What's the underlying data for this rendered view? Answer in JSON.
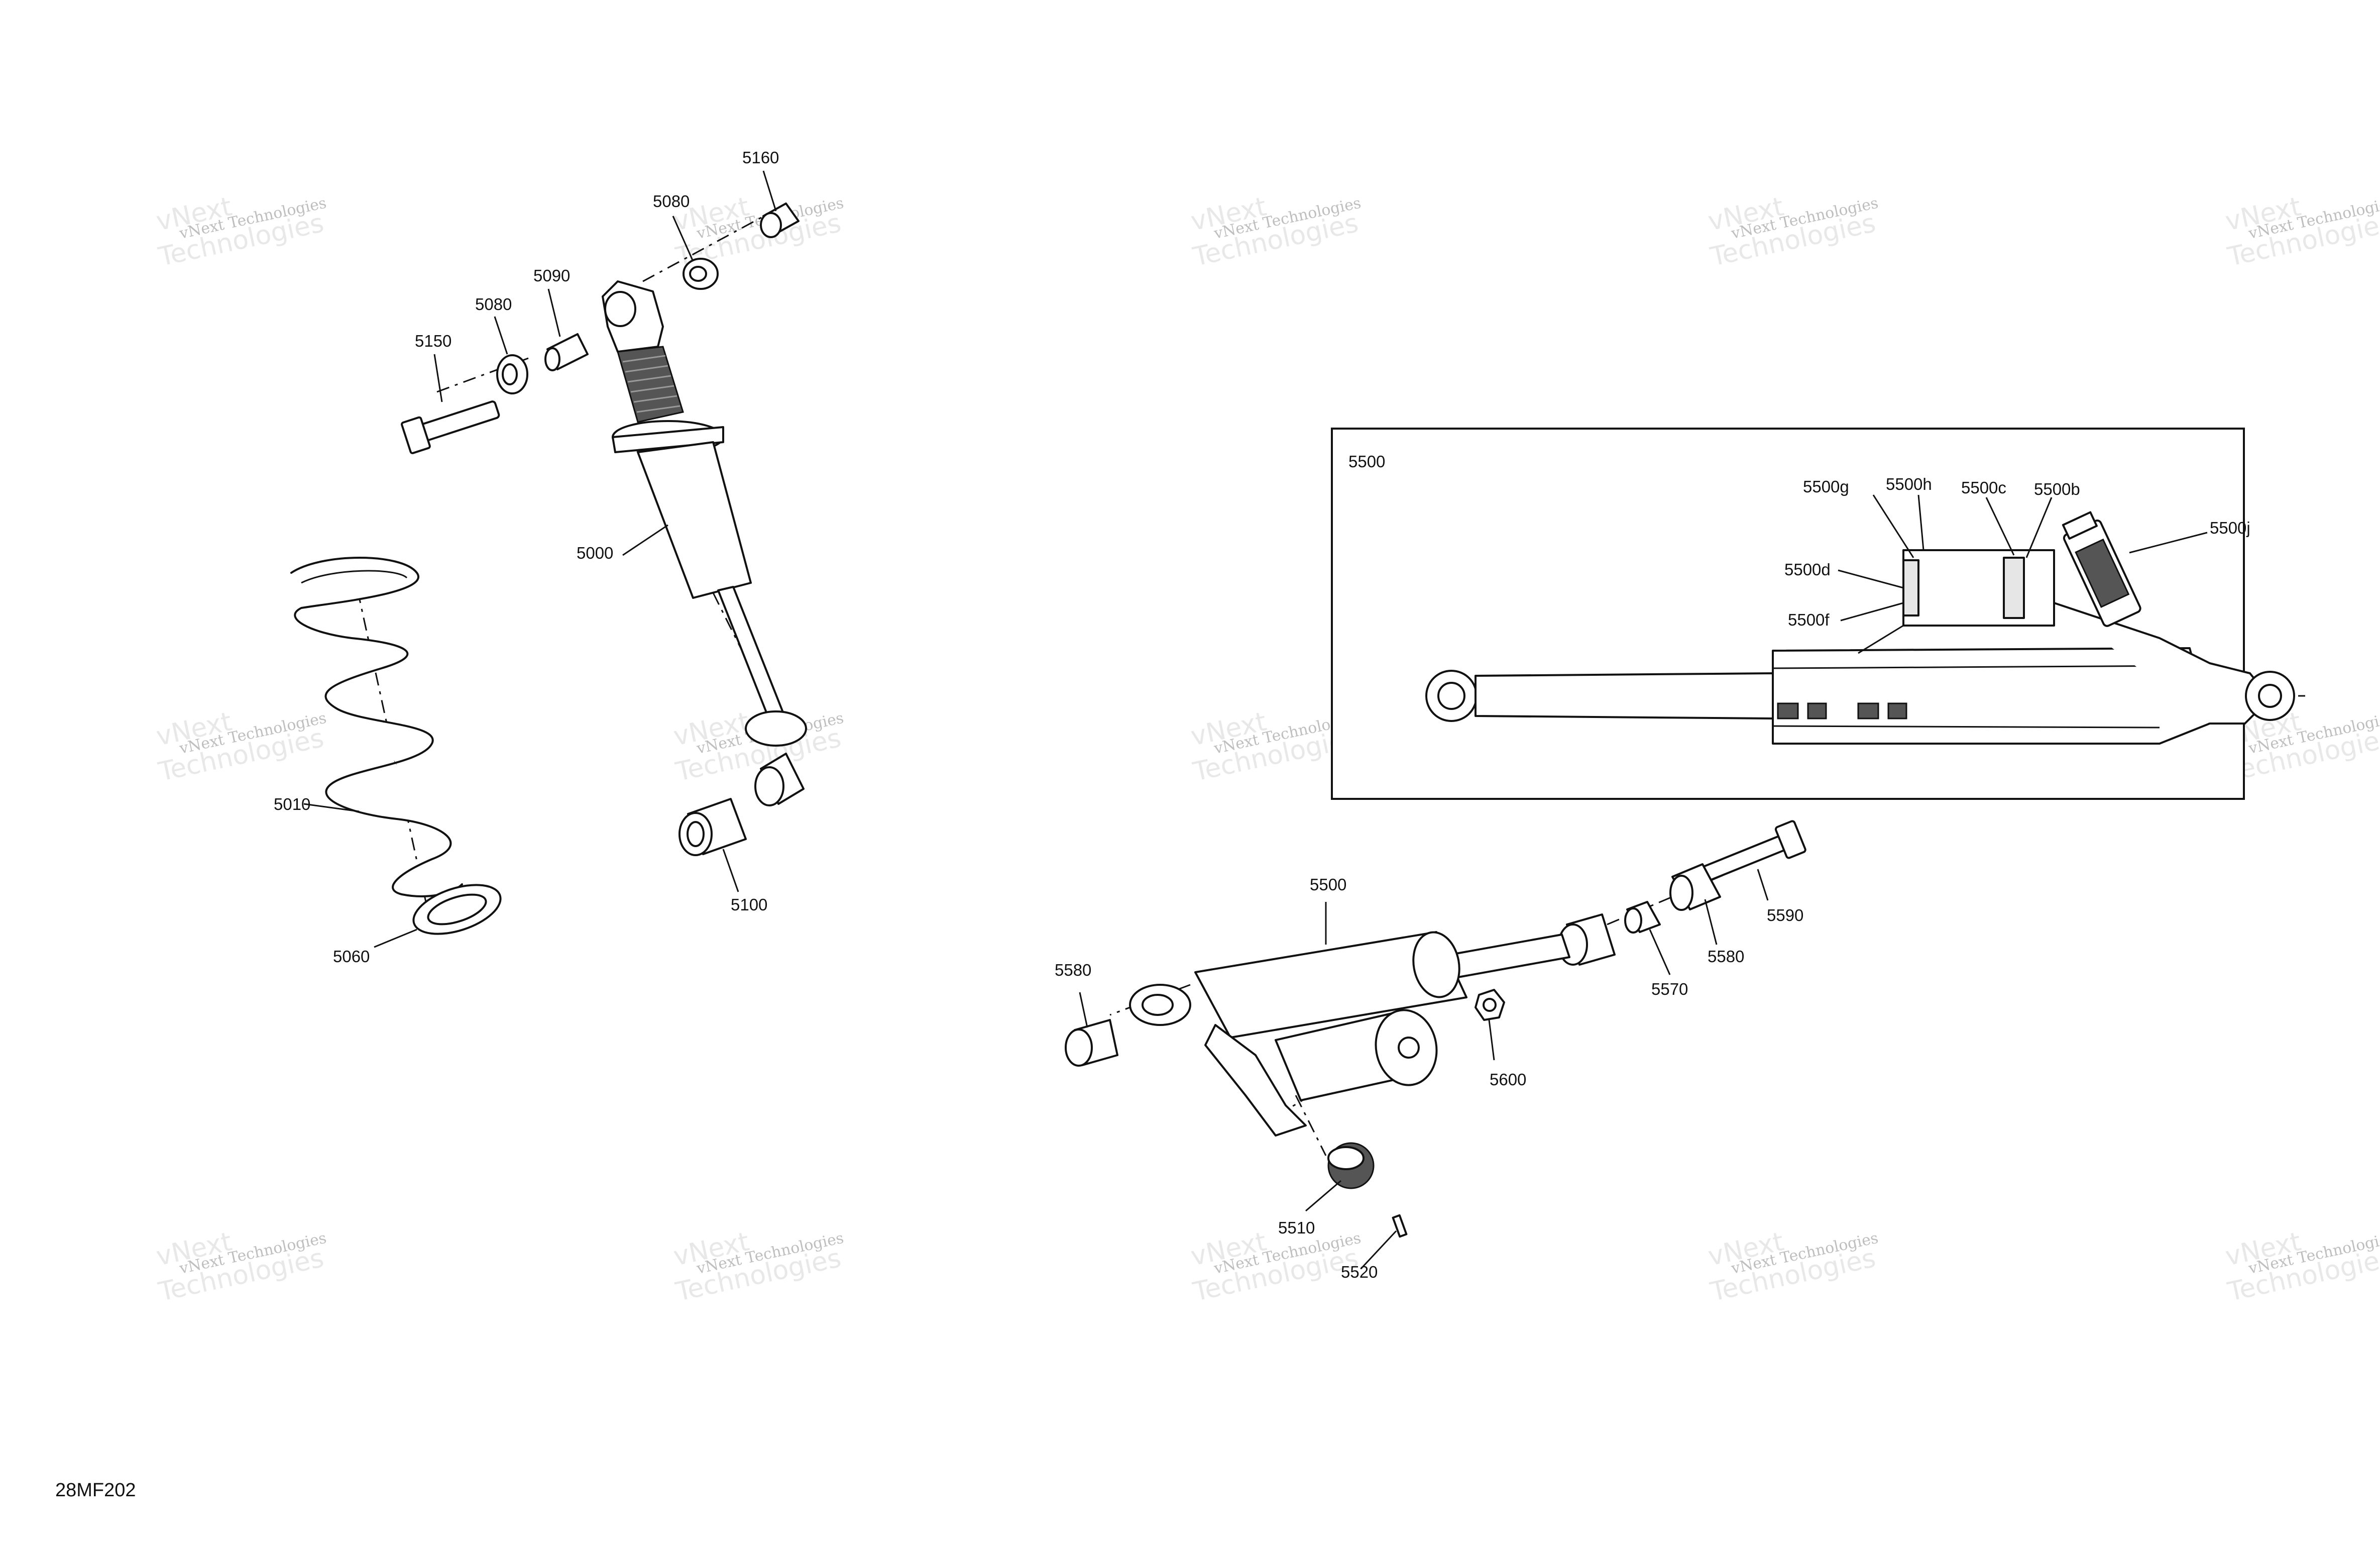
{
  "drawing_code": "28MF202",
  "watermark": {
    "line1": "vNext Technologies",
    "line2": "Technologies",
    "line3": "vNext"
  },
  "detail_box_label": "5500",
  "callouts": {
    "p5160": "5160",
    "p5080a": "5080",
    "p5090": "5090",
    "p5080b": "5080",
    "p5150": "5150",
    "p5000": "5000",
    "p5010": "5010",
    "p5060": "5060",
    "p5100": "5100",
    "p5500g": "5500g",
    "p5500h": "5500h",
    "p5500c": "5500c",
    "p5500b": "5500b",
    "p5500j": "5500j",
    "p5500d": "5500d",
    "p5500f": "5500f",
    "p5500": "5500",
    "p5580a": "5580",
    "p5580b": "5580",
    "p5590": "5590",
    "p5570": "5570",
    "p5600": "5600",
    "p5510": "5510",
    "p5520": "5520"
  }
}
